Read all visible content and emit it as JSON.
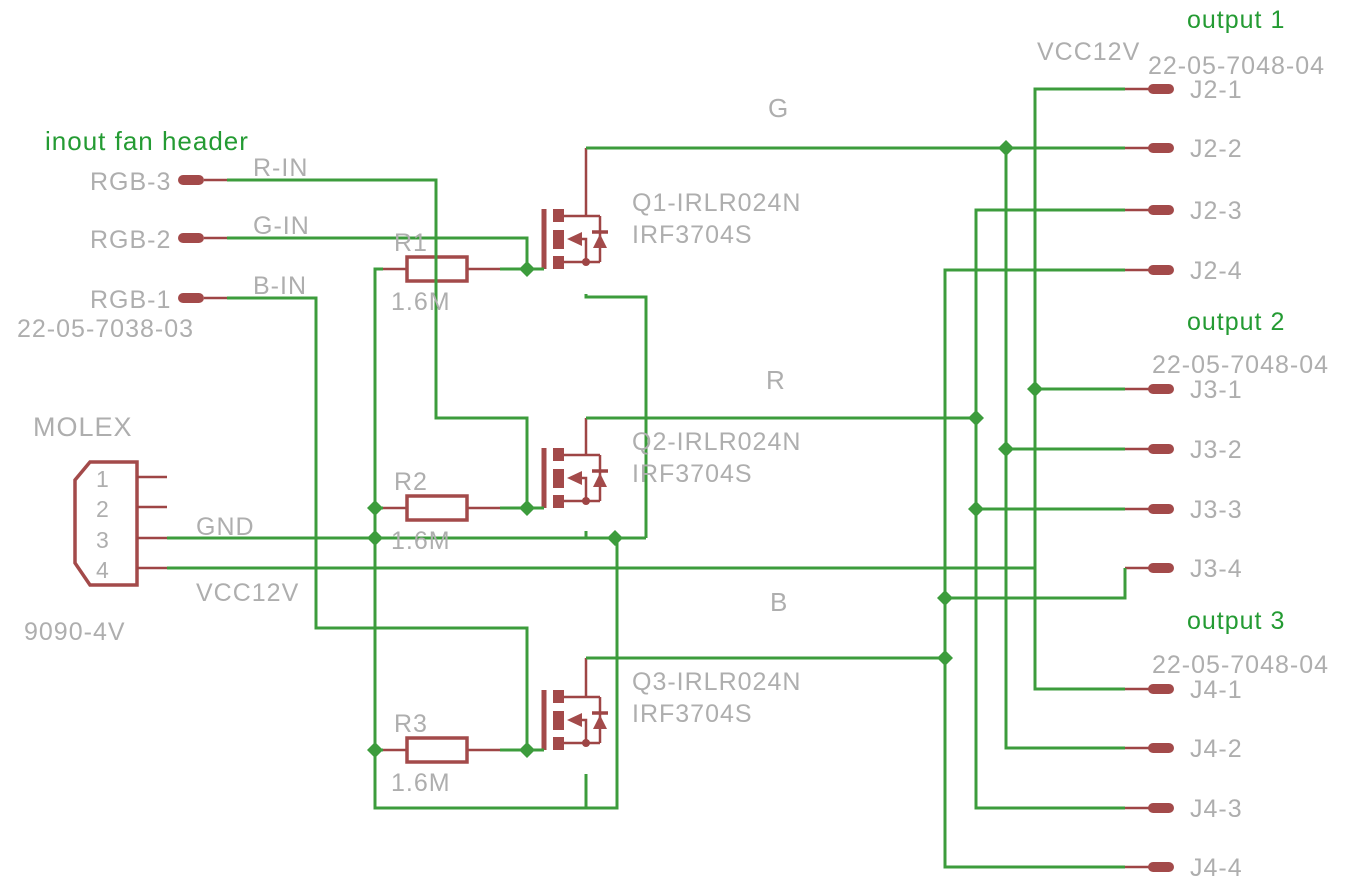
{
  "colors": {
    "wire_green": "#3c9c3c",
    "component_red": "#a34a4a",
    "text_gray": "#aeaeae",
    "text_green": "#249b33",
    "background": "#ffffff"
  },
  "input_header": {
    "title": "inout fan header",
    "part_number": "22-05-7038-03",
    "pins": [
      {
        "label": "RGB-3",
        "net": "R-IN"
      },
      {
        "label": "RGB-2",
        "net": "G-IN"
      },
      {
        "label": "RGB-1",
        "net": "B-IN"
      }
    ]
  },
  "molex": {
    "label": "MOLEX",
    "part_number": "9090-4V",
    "pin_numbers": [
      "1",
      "2",
      "3",
      "4"
    ]
  },
  "power": {
    "gnd_label": "GND",
    "vcc_label": "VCC12V",
    "vcc_rail_label": "VCC12V"
  },
  "nets": {
    "green": "G",
    "red": "R",
    "blue": "B"
  },
  "resistors": [
    {
      "ref": "R1",
      "value": "1.6M"
    },
    {
      "ref": "R2",
      "value": "1.6M"
    },
    {
      "ref": "R3",
      "value": "1.6M"
    }
  ],
  "transistors": [
    {
      "ref": "Q1-IRLR024N",
      "part": "IRF3704S"
    },
    {
      "ref": "Q2-IRLR024N",
      "part": "IRF3704S"
    },
    {
      "ref": "Q3-IRLR024N",
      "part": "IRF3704S"
    }
  ],
  "outputs": [
    {
      "title": "output 1",
      "part_number": "22-05-7048-04",
      "pins": [
        "J2-1",
        "J2-2",
        "J2-3",
        "J2-4"
      ]
    },
    {
      "title": "output 2",
      "part_number": "22-05-7048-04",
      "pins": [
        "J3-1",
        "J3-2",
        "J3-3",
        "J3-4"
      ]
    },
    {
      "title": "output 3",
      "part_number": "22-05-7048-04",
      "pins": [
        "J4-1",
        "J4-2",
        "J4-3",
        "J4-4"
      ]
    }
  ]
}
